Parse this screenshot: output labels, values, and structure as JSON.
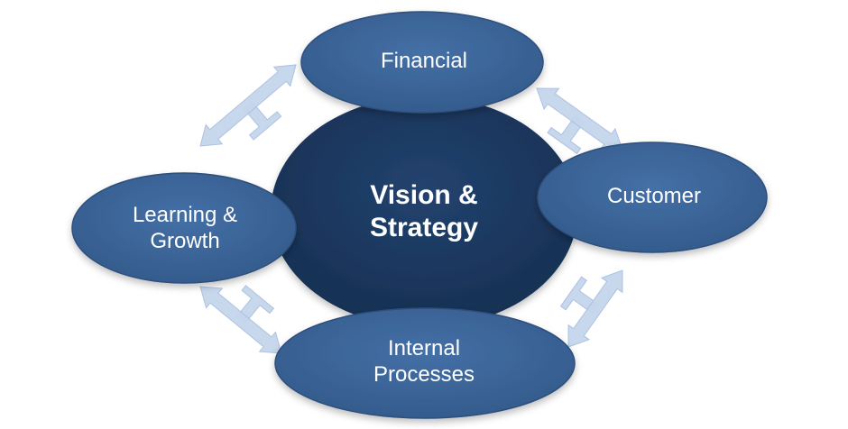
{
  "center": {
    "line1": "Vision &",
    "line2": "Strategy"
  },
  "nodes": {
    "financial": {
      "label": "Financial"
    },
    "customer": {
      "label": "Customer"
    },
    "learning": {
      "line1": "Learning &",
      "line2": "Growth"
    },
    "internal": {
      "line1": "Internal",
      "line2": "Processes"
    }
  },
  "colors": {
    "center_fill": "#1c3a63",
    "node_fill": "#3a6194",
    "node_stroke": "#2d4f7c",
    "arrow_fill": "#c5d5ec",
    "arrow_stroke": "#a9bfdf",
    "text": "#ffffff"
  },
  "connectors": [
    {
      "from": "learning",
      "to": "financial",
      "style": "double-arrow-with-tee"
    },
    {
      "from": "financial",
      "to": "customer",
      "style": "double-arrow-with-tee"
    },
    {
      "from": "customer",
      "to": "internal",
      "style": "double-arrow-with-tee"
    },
    {
      "from": "internal",
      "to": "learning",
      "style": "double-arrow-with-tee"
    }
  ]
}
